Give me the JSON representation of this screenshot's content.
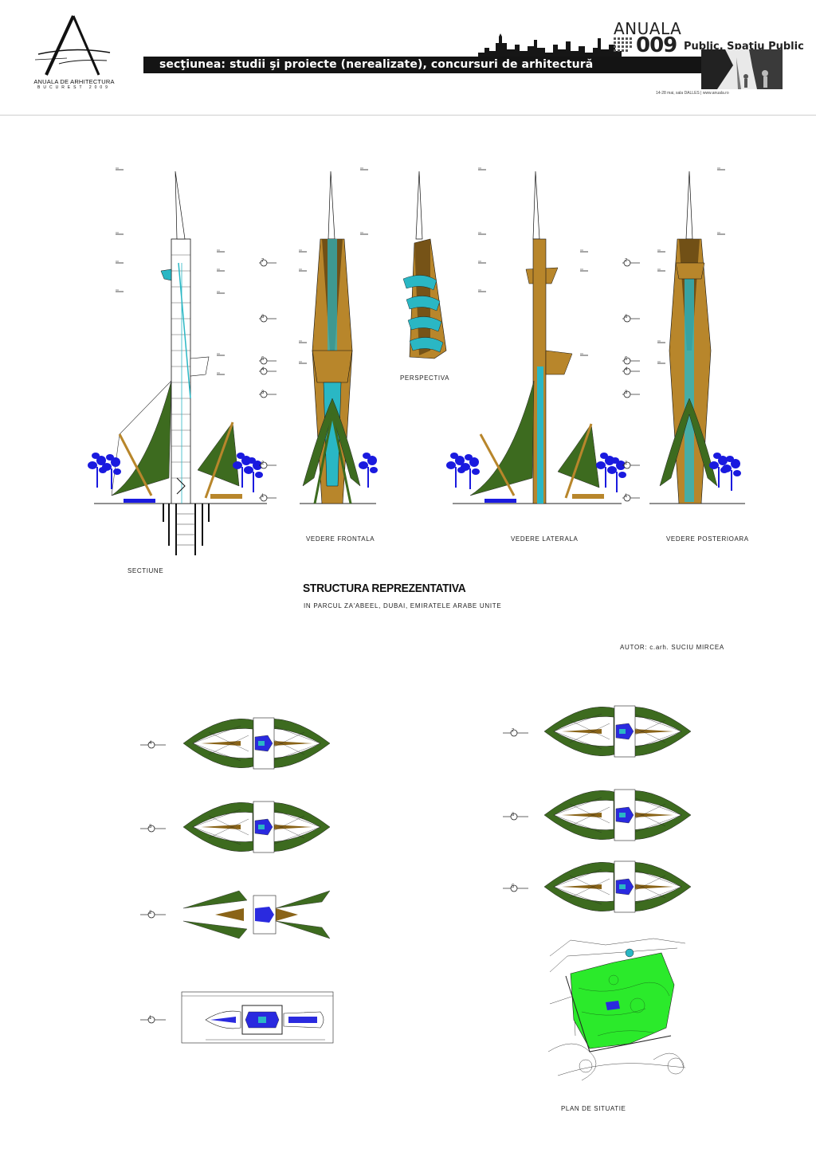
{
  "header": {
    "logo_name": "ANUALA DE ARHITECTURA",
    "logo_city": "BUCUREST 2009",
    "section_title": "secţiunea: studii şi proiecte (nerealizate), concursuri de arhitectură",
    "anuala_word": "ANUALA",
    "anuala_number": "009",
    "anuala_theme": "Public. Spaţiu Public",
    "event_note": "14-28 mai, sala DALLES | www.anuala.ro"
  },
  "labels": {
    "perspective": "PERSPECTIVA",
    "section": "SECTIUNE",
    "front_view": "VEDERE FRONTALA",
    "side_view": "VEDERE LATERALA",
    "back_view": "VEDERE POSTERIOARA",
    "site_plan": "PLAN DE SITUATIE"
  },
  "project": {
    "title": "STRUCTURA REPREZENTATIVA",
    "location": "IN PARCUL ZA'ABEEL, DUBAI, EMIRATELE ARABE UNITE",
    "author": "AUTOR: c.arh. SUCIU MIRCEA"
  },
  "level_markers": {
    "plan_left": [
      "4",
      "3",
      "2",
      "1"
    ],
    "plan_right": [
      "7",
      "6",
      "5"
    ],
    "elevation": [
      "7",
      "6",
      "5",
      "4",
      "3",
      "2",
      "1"
    ]
  },
  "colors": {
    "foliage": "#3d6b1f",
    "bronze": "#b8862b",
    "teal": "#2ab7c4",
    "tree_blue": "#1a1adf",
    "park_green": "#2bea2b",
    "ink": "#141414"
  }
}
